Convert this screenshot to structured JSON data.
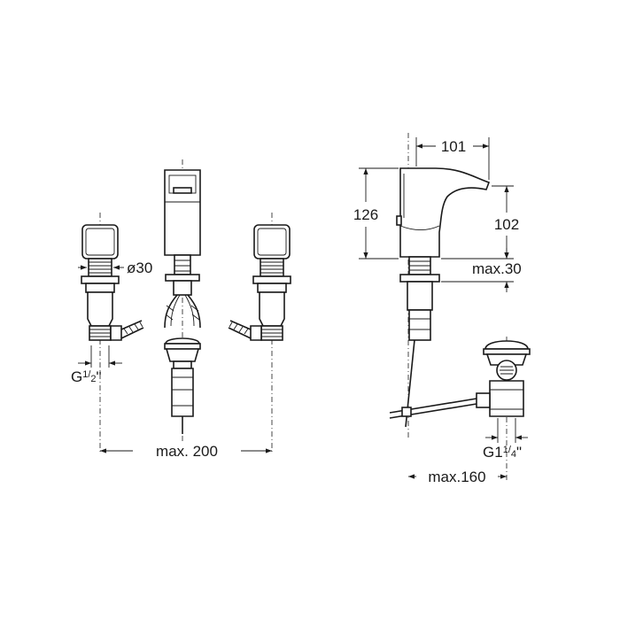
{
  "diagram": {
    "front_view": {
      "handle_diameter": "ø30",
      "supply_thread": {
        "prefix": "G",
        "fraction_num": "1",
        "fraction_den": "2",
        "suffix": "\""
      },
      "max_spacing": "max. 200"
    },
    "side_view": {
      "spout_reach": "101",
      "total_height": "126",
      "spout_height": "102",
      "max_thickness": "max.30",
      "drain_thread": {
        "prefix": "G1",
        "fraction_num": "1",
        "fraction_den": "4",
        "suffix": "\""
      },
      "max_drain_distance": "max.160"
    }
  }
}
